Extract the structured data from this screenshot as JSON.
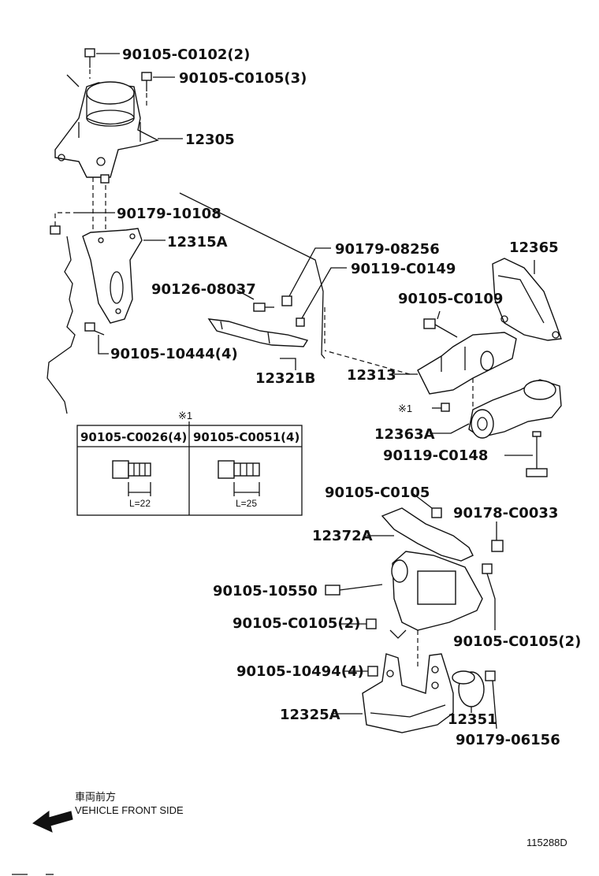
{
  "labels": {
    "l1": "90105-C0102(2)",
    "l2": "90105-C0105(3)",
    "l3": "12305",
    "l4": "90179-10108",
    "l5": "12315A",
    "l6": "90126-08037",
    "l7": "90105-10444(4)",
    "l8": "90179-08256",
    "l9": "90119-C0149",
    "l10": "12365",
    "l11": "90105-C0109",
    "l12": "12321B",
    "l13": "12313",
    "l14": "※1",
    "l15": "12363A",
    "l16": "90119-C0148",
    "l17": "90105-C0105",
    "l18": "90178-C0033",
    "l19": "12372A",
    "l20": "90105-10550",
    "l21": "90105-C0105(2)",
    "l22": "90105-C0105(2)",
    "l23": "90105-10494(4)",
    "l24": "12325A",
    "l25": "12351",
    "l26": "90179-06156"
  },
  "table": {
    "note": "※1",
    "col1_header": "90105-C0026(4)",
    "col2_header": "90105-C0051(4)",
    "col1_length": "L=22",
    "col2_length": "L=25"
  },
  "footer": {
    "direction_jp": "車両前方",
    "direction_en": "VEHICLE FRONT SIDE",
    "diagram_id": "115288D"
  }
}
